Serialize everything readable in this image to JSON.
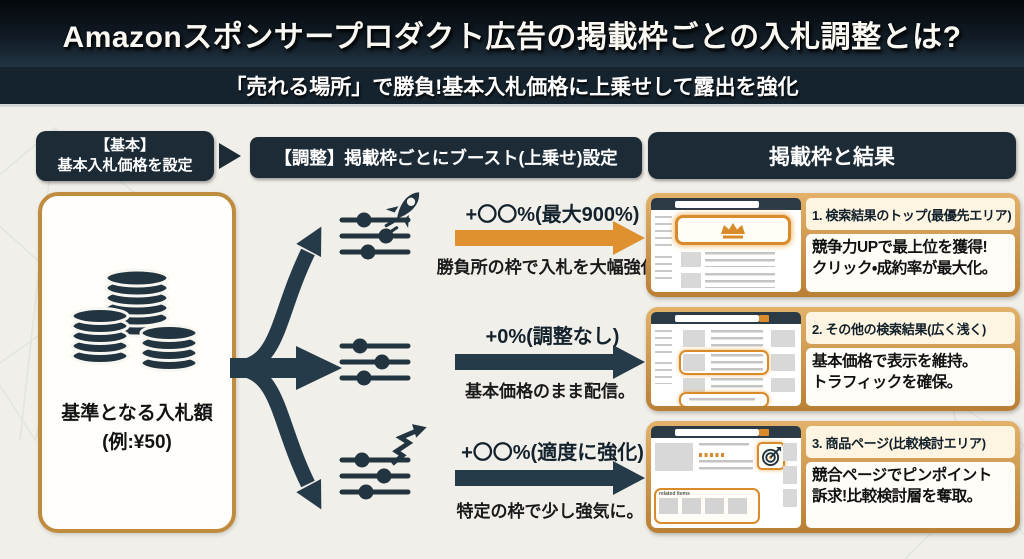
{
  "banner": {
    "title": "Amazonスポンサープロダクト広告の掲載枠ごとの入札調整とは?",
    "subtitle": "「売れる場所」で勝負!基本入札価格に上乗せして露出を強化"
  },
  "flow": {
    "basic_header": {
      "line1": "【基本】",
      "line2": "基本入札価格を設定"
    },
    "adjust_header": "【調整】掲載枠ごとにブースト(上乗せ)設定",
    "result_header": "掲載枠と結果",
    "base_box": {
      "line1": "基準となる入札額",
      "line2": "(例:¥50)"
    }
  },
  "branches": [
    {
      "boost": "+〇〇%(最大900%)",
      "desc": "勝負所の枠で入札を大幅強化!"
    },
    {
      "boost": "+0%(調整なし)",
      "desc": "基本価格のまま配信。"
    },
    {
      "boost": "+〇〇%(適度に強化)",
      "desc": "特定の枠で少し強気に。"
    }
  ],
  "results": [
    {
      "title": "1. 検索結果のトップ(最優先エリア)",
      "desc1": "競争力UPで最上位を獲得!",
      "desc2": "クリック・成約率が最大化。"
    },
    {
      "title": "2. その他の検索結果(広く浅く)",
      "desc1": "基本価格で表示を維持。",
      "desc2": "トラフィックを確保。"
    },
    {
      "title": "3. 商品ページ(比較検討エリア)",
      "desc1": "競合ページでピンポイント",
      "desc2": "訴求!比較検討層を奪取。"
    }
  ],
  "thumbnails": {
    "related_items_label": "related items"
  },
  "icons": {
    "rocket-icon": "rocket boosting up",
    "sliders-icon": "adjustment sliders",
    "spring-icon": "zigzag spring arrow",
    "coins-icon": "three stacks of coins",
    "crown-icon": "crown (top placement)",
    "target-icon": "dartboard target",
    "flow-arrow-icon": "right triangle connector"
  },
  "colors": {
    "accent_orange": "#e0912f",
    "navy": "#253b4a",
    "pill_navy": "#1c2b36",
    "card_border": "#b97f35",
    "background": "#f1efe9",
    "banner_bg": "#101b24"
  }
}
